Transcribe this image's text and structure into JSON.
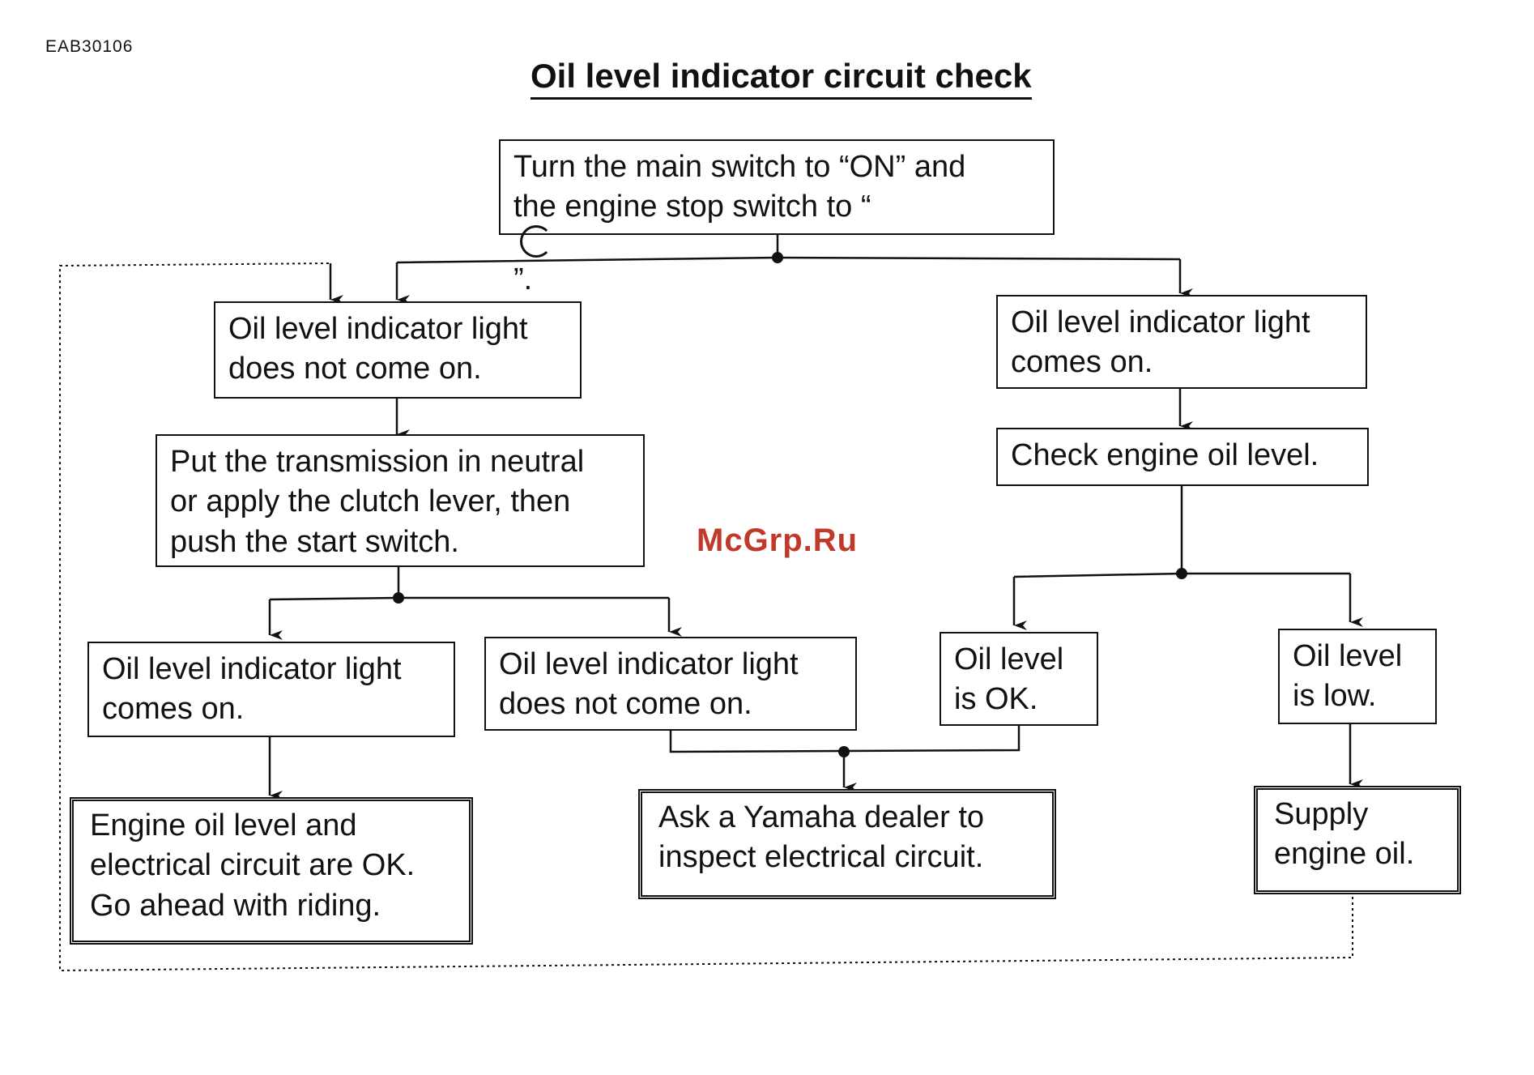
{
  "doc_code": "EAB30106",
  "title": "Oil level indicator circuit check",
  "watermark": "McGrp.Ru",
  "nodes": {
    "start": {
      "line1": "Turn the main switch to “ON” and",
      "line2_pre": "the engine stop switch to “",
      "line2_post": "”."
    },
    "light_off": {
      "line1": "Oil level indicator light",
      "line2": "does not come on."
    },
    "light_on": {
      "line1": "Oil level indicator light",
      "line2": "comes on."
    },
    "neutral": {
      "line1": "Put the transmission in neutral",
      "line2": "or apply the clutch lever, then",
      "line3": "push the start switch."
    },
    "check_oil": {
      "line1": "Check engine oil level."
    },
    "light_on_2": {
      "line1": "Oil level indicator light",
      "line2": "comes on."
    },
    "light_off_2": {
      "line1": "Oil level indicator light",
      "line2": "does not come on."
    },
    "level_ok": {
      "line1": "Oil level",
      "line2": "is OK."
    },
    "level_low": {
      "line1": "Oil level",
      "line2": "is low."
    },
    "ok_ride": {
      "line1": "Engine oil level and",
      "line2": "electrical circuit are OK.",
      "line3": "Go ahead with riding."
    },
    "dealer": {
      "line1": "Ask a Yamaha dealer to",
      "line2": "inspect electrical circuit."
    },
    "supply": {
      "line1": "Supply",
      "line2": "engine oil."
    }
  }
}
